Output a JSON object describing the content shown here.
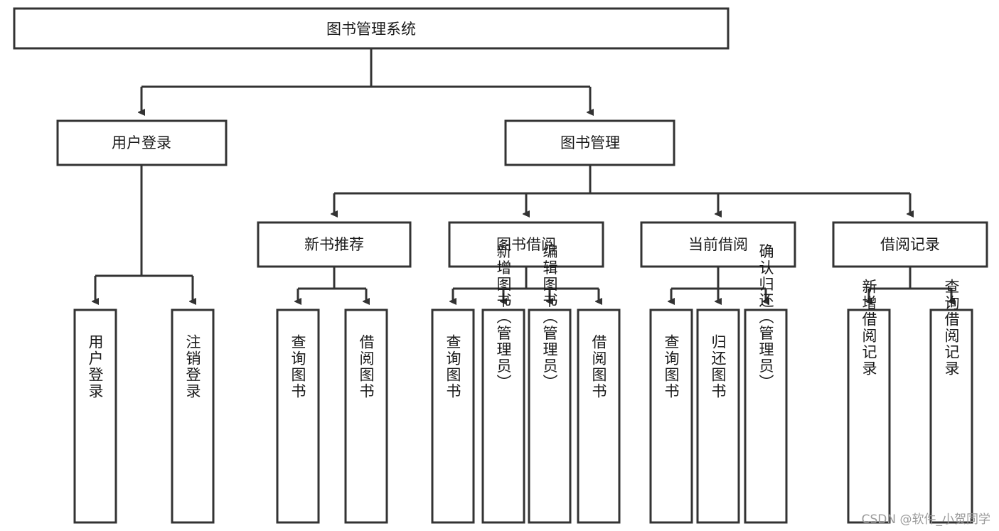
{
  "diagram": {
    "type": "tree-hierarchy-chart",
    "title": "图书管理系统",
    "colors": {
      "stroke": "#333333",
      "fill": "#ffffff",
      "text": "#1a1a1a",
      "watermark": "#9a9a9a"
    },
    "root": {
      "id": "root",
      "label": "图书管理系统",
      "orientation": "horizontal"
    },
    "level2": [
      {
        "id": "user-login",
        "label": "用户登录",
        "orientation": "horizontal"
      },
      {
        "id": "book-manage",
        "label": "图书管理",
        "orientation": "horizontal"
      }
    ],
    "level3": [
      {
        "id": "new-book-rec",
        "label": "新书推荐",
        "parent": "book-manage",
        "orientation": "horizontal"
      },
      {
        "id": "book-borrow",
        "label": "图书借阅",
        "parent": "book-manage",
        "orientation": "horizontal"
      },
      {
        "id": "current-borrow",
        "label": "当前借阅",
        "parent": "book-manage",
        "orientation": "horizontal"
      },
      {
        "id": "borrow-record",
        "label": "借阅记录",
        "parent": "book-manage",
        "orientation": "horizontal"
      }
    ],
    "leaves": [
      {
        "id": "leaf-user-login",
        "label": "用户登录",
        "parent": "user-login",
        "orientation": "vertical"
      },
      {
        "id": "leaf-logout-login",
        "label": "注销登录",
        "parent": "user-login",
        "orientation": "vertical"
      },
      {
        "id": "leaf-query-book-1",
        "label": "查询图书",
        "parent": "new-book-rec",
        "orientation": "vertical"
      },
      {
        "id": "leaf-borrow-book-1",
        "label": "借阅图书",
        "parent": "new-book-rec",
        "orientation": "vertical"
      },
      {
        "id": "leaf-query-book-2",
        "label": "查询图书",
        "parent": "book-borrow",
        "orientation": "vertical"
      },
      {
        "id": "leaf-add-book",
        "label": "新增图书（管理员）",
        "parent": "book-borrow",
        "orientation": "vertical"
      },
      {
        "id": "leaf-edit-book",
        "label": "编辑图书（管理员）",
        "parent": "book-borrow",
        "orientation": "vertical"
      },
      {
        "id": "leaf-borrow-book-2",
        "label": "借阅图书",
        "parent": "book-borrow",
        "orientation": "vertical"
      },
      {
        "id": "leaf-query-book-3",
        "label": "查询图书",
        "parent": "current-borrow",
        "orientation": "vertical"
      },
      {
        "id": "leaf-return-book",
        "label": "归还图书",
        "parent": "current-borrow",
        "orientation": "vertical"
      },
      {
        "id": "leaf-confirm-return",
        "label": "确认归还（管理员）",
        "parent": "current-borrow",
        "orientation": "vertical"
      },
      {
        "id": "leaf-add-record",
        "label": "新增借阅记录",
        "parent": "borrow-record",
        "orientation": "vertical"
      },
      {
        "id": "leaf-query-record",
        "label": "查询借阅记录",
        "parent": "borrow-record",
        "orientation": "vertical"
      }
    ]
  },
  "watermark": {
    "text": "CSDN @软件_小贺同学"
  }
}
